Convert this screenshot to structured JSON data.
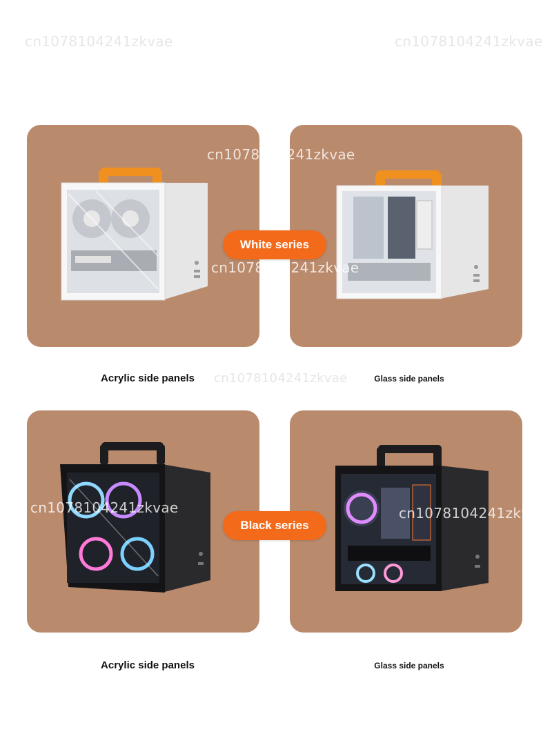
{
  "watermark": "cn1078104241zkvae",
  "sections": [
    {
      "badge": "White series",
      "left_caption": "Acrylic side panels",
      "right_caption": "Glass side panels"
    },
    {
      "badge": "Black series",
      "left_caption": "Acrylic side panels",
      "right_caption": "Glass side panels"
    }
  ],
  "colors": {
    "card_background": "#ba8a6c",
    "badge": "#f36a1a",
    "handle_orange": "#f0901e",
    "case_white": "#f4f4f4",
    "case_black": "#1c1c1e"
  }
}
